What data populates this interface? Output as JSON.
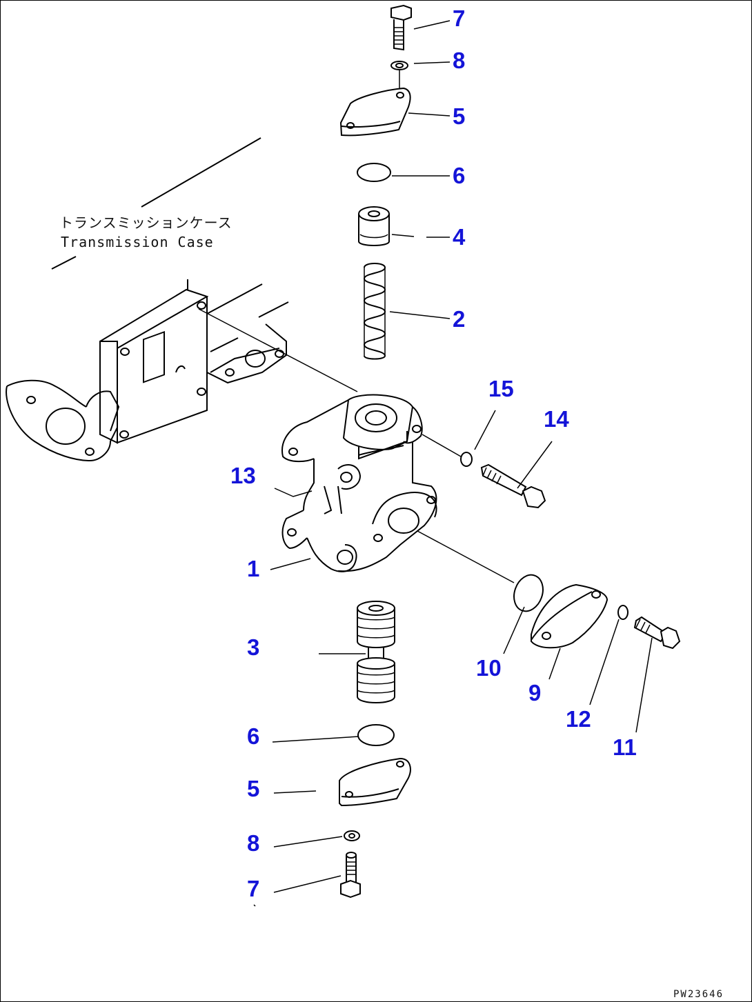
{
  "case_label": {
    "japanese": "トランスミッションケース",
    "english": "Transmission Case"
  },
  "drawing_id": "PW23646",
  "part_labels": {
    "top_bolt": "7",
    "top_washer": "8",
    "top_cover": "5",
    "top_oring": "6",
    "piston": "4",
    "spring": "2",
    "plug_washer": "15",
    "plug": "14",
    "pin": "13",
    "valve_body": "1",
    "spool": "3",
    "side_oring": "10",
    "side_cover": "9",
    "side_washer": "12",
    "side_bolt": "11",
    "bottom_oring": "6",
    "bottom_cover": "5",
    "bottom_washer": "8",
    "bottom_bolt": "7"
  }
}
